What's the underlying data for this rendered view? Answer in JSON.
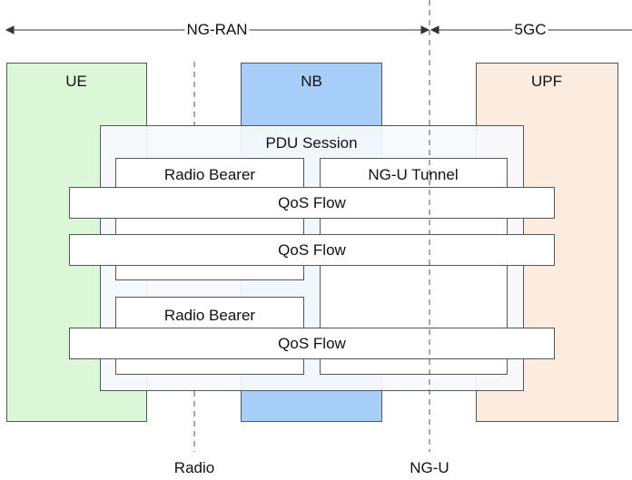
{
  "regions": {
    "ngran": "NG-RAN",
    "core": "5GC"
  },
  "nodes": {
    "ue": "UE",
    "nb": "NB",
    "upf": "UPF"
  },
  "pdu_session": "PDU Session",
  "radio_bearers": [
    "Radio Bearer",
    "Radio Bearer"
  ],
  "tunnel": "NG-U Tunnel",
  "qos_flows": [
    "QoS Flow",
    "QoS Flow",
    "QoS Flow"
  ],
  "interfaces": {
    "radio": "Radio",
    "ngu": "NG-U"
  },
  "colors": {
    "ue_fill": "#dcf7d8",
    "nb_fill": "#a6cef8",
    "upf_fill": "#fcebdf",
    "pdu_fill": "#f7f9fd",
    "line": "#555555"
  }
}
